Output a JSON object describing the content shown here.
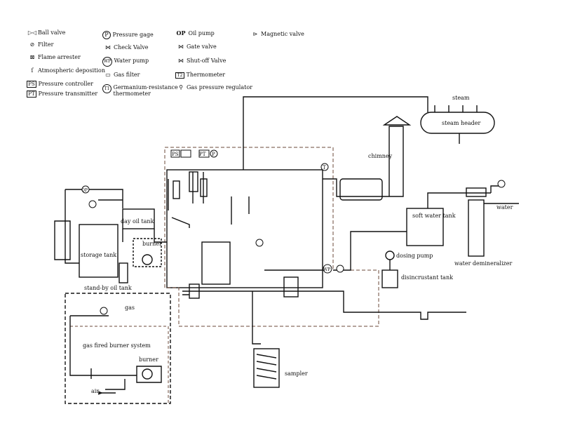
{
  "legend": [
    {
      "icon": "ball-valve-icon",
      "symbol": "▷◁",
      "label": "Ball valve"
    },
    {
      "icon": "filter-icon",
      "symbol": "⊘",
      "label": "Filter"
    },
    {
      "icon": "flame-arrester-icon",
      "symbol": "⊠",
      "label": "Flame arrester"
    },
    {
      "icon": "atmospheric-deposition-icon",
      "symbol": "ſ",
      "label": "Atmospheric deposition"
    },
    {
      "icon": "pressure-controller-icon",
      "symbol": "PS",
      "label": "Pressure controller"
    },
    {
      "icon": "pressure-transmitter-icon",
      "symbol": "PT",
      "label": "Pressure transmitter"
    },
    {
      "icon": "pressure-gage-icon",
      "symbol": "P",
      "label": "Pressure gage"
    },
    {
      "icon": "check-valve-icon",
      "symbol": "⋈",
      "label": "Check Valve"
    },
    {
      "icon": "water-pump-icon",
      "symbol": "WP",
      "label": "Water pump"
    },
    {
      "icon": "gas-filter-icon",
      "symbol": "▭",
      "label": "Gas filter"
    },
    {
      "icon": "germanium-thermometer-icon",
      "symbol": "T1",
      "label": "Germanium-resistance thermometer"
    },
    {
      "icon": "oil-pump-icon",
      "symbol": "OP",
      "label": "Oil pump"
    },
    {
      "icon": "gate-valve-icon",
      "symbol": "⋈",
      "label": "Gate valve"
    },
    {
      "icon": "shut-off-valve-icon",
      "symbol": "⋈",
      "label": "Shut-off Valve"
    },
    {
      "icon": "thermometer-icon",
      "symbol": "T2",
      "label": "Thermometer"
    },
    {
      "icon": "gas-pressure-regulator-icon",
      "symbol": "⚲",
      "label": "Gas pressure regulator"
    },
    {
      "icon": "magnetic-valve-icon",
      "symbol": "⊳",
      "label": "Magnetic valve"
    }
  ],
  "labels": {
    "steam": "steam",
    "steam_header": "steam header",
    "chimney": "chimney",
    "soft_water_tank": "soft water tank",
    "water": "water",
    "water_demineralizer": "water demineralizer",
    "dosing_pump": "dosing pump",
    "disincrustant_tank": "disincrustant tank",
    "day_oil_tank": "day oil tank",
    "storage_tank": "storage tank",
    "burner_top": "burner",
    "stand_by_oil_tank": "stand-by oil tank",
    "gas": "gas",
    "gas_fired_burner_system": "gas fired burner system",
    "burner_bottom": "burner",
    "air": "air",
    "sampler": "sampler"
  },
  "tags": {
    "ps": "PS",
    "pt": "PT",
    "p": "P",
    "t": "T",
    "wp": "WP",
    "op": "OP"
  }
}
